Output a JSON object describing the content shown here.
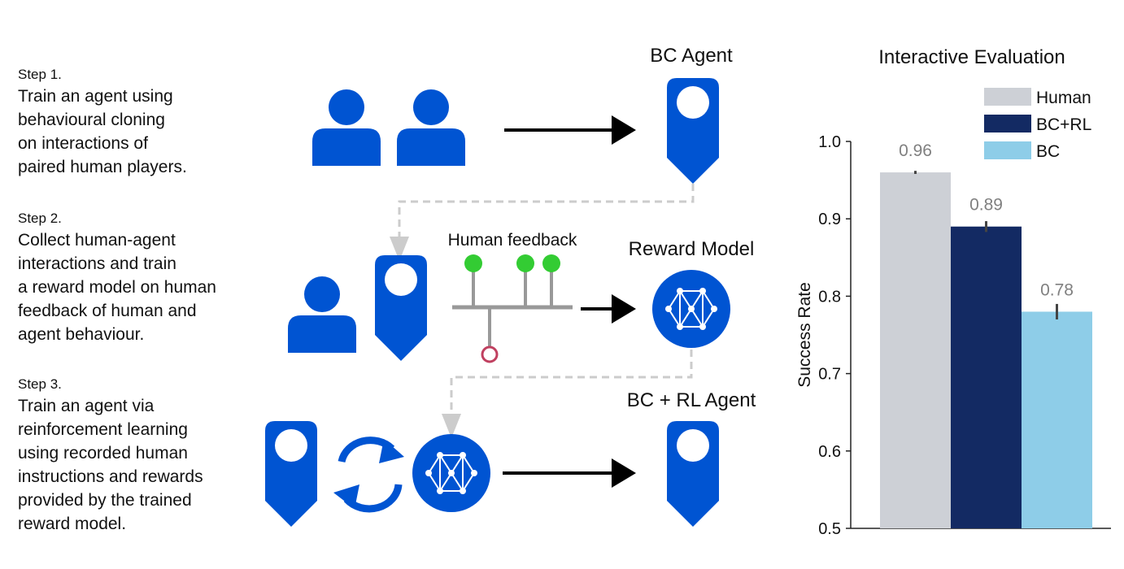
{
  "colors": {
    "blue": "#0054d2",
    "black": "#000000",
    "dashed": "#cccccc",
    "green": "#33cc33",
    "feedback_stem": "#999999",
    "feedback_ring": "#c04060",
    "human_bar": "#cdd0d6",
    "bcrl_bar": "#132a63",
    "bc_bar": "#8ecde8"
  },
  "steps": [
    {
      "heading": "Step 1.",
      "lines": [
        "Train an agent using",
        "behavioural cloning",
        "on interactions of",
        "paired human players."
      ]
    },
    {
      "heading": "Step 2.",
      "lines": [
        "Collect human-agent",
        "interactions and train",
        "a reward model on human",
        "feedback of human and",
        "agent behaviour."
      ]
    },
    {
      "heading": "Step 3.",
      "lines": [
        "Train an agent via",
        "reinforcement learning",
        "using recorded human",
        "instructions and rewards",
        "provided by the trained",
        "reward model."
      ]
    }
  ],
  "diagram": {
    "bc_agent_label": "BC Agent",
    "human_feedback_label": "Human feedback",
    "reward_model_label": "Reward Model",
    "bcrl_agent_label": "BC + RL Agent",
    "icons": [
      "person-icon",
      "agent-pin-icon",
      "arrow-right-icon",
      "feedback-tree-icon",
      "reward-model-network-icon",
      "cycle-arrows-icon"
    ]
  },
  "chart_data": {
    "type": "bar",
    "title": "Interactive Evaluation",
    "ylabel": "Success Rate",
    "xlabel": "",
    "ylim": [
      0.5,
      1.0
    ],
    "yticks": [
      "0.5",
      "0.6",
      "0.7",
      "0.8",
      "0.9",
      "1.0"
    ],
    "categories": [
      "Human",
      "BC+RL",
      "BC"
    ],
    "values": [
      0.96,
      0.89,
      0.78
    ],
    "value_labels": [
      "0.96",
      "0.89",
      "0.78"
    ],
    "error": [
      0.002,
      0.007,
      0.01
    ],
    "series_colors": [
      "#cdd0d6",
      "#132a63",
      "#8ecde8"
    ],
    "legend": {
      "placement": "top-right",
      "entries": [
        "Human",
        "BC+RL",
        "BC"
      ]
    },
    "grid": false
  }
}
